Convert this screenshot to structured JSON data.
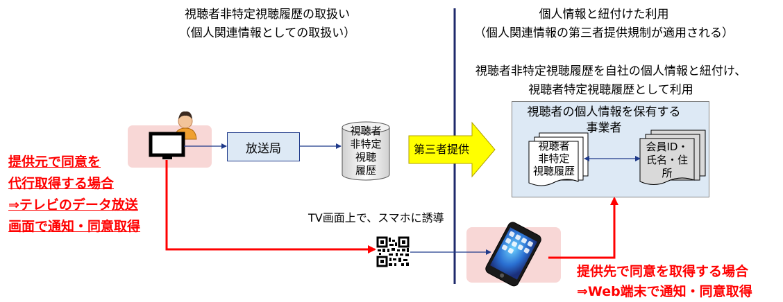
{
  "left_header": {
    "line1": "視聴者非特定視聴履歴の取扱い",
    "line2": "（個人関連情報としての取扱い）"
  },
  "right_header": {
    "line1": "個人情報と紐付けた利用",
    "line2": "（個人関連情報の第三者提供規制が適用される）"
  },
  "right_desc": {
    "line1": "視聴者非特定視聴履歴を自社の個人情報と紐付け、",
    "line2": "視聴者特定視聴履歴として利用"
  },
  "broadcaster_label": "放送局",
  "cylinder_label": [
    "視聴者",
    "非特定",
    "視聴",
    "履歴"
  ],
  "third_party_label": "第三者提供",
  "operator_box_title": [
    "視聴者の個人情報を保有する",
    "事業者"
  ],
  "doc_history": [
    "視聴者",
    "非特定",
    "視聴履歴"
  ],
  "doc_member": [
    "会員ID・",
    "氏名・住",
    "所"
  ],
  "left_note": [
    "提供元で同意を",
    "代行取得する場合",
    "⇒テレビのデータ放送",
    "画面で通知・同意取得"
  ],
  "qr_caption": "TV画面上で、スマホに誘導",
  "right_note": {
    "line1": "提供先で同意を取得する場合",
    "line2": "⇒Web端末で通知・同意取得"
  },
  "colors": {
    "pink_bg": "#f8d7d6",
    "light_blue_box": "#dde9f5",
    "arrow_yellow": "#ffff00",
    "divider_navy": "#1f2a6b",
    "red": "#ff0000",
    "connector_blue": "#1f3a8a"
  }
}
